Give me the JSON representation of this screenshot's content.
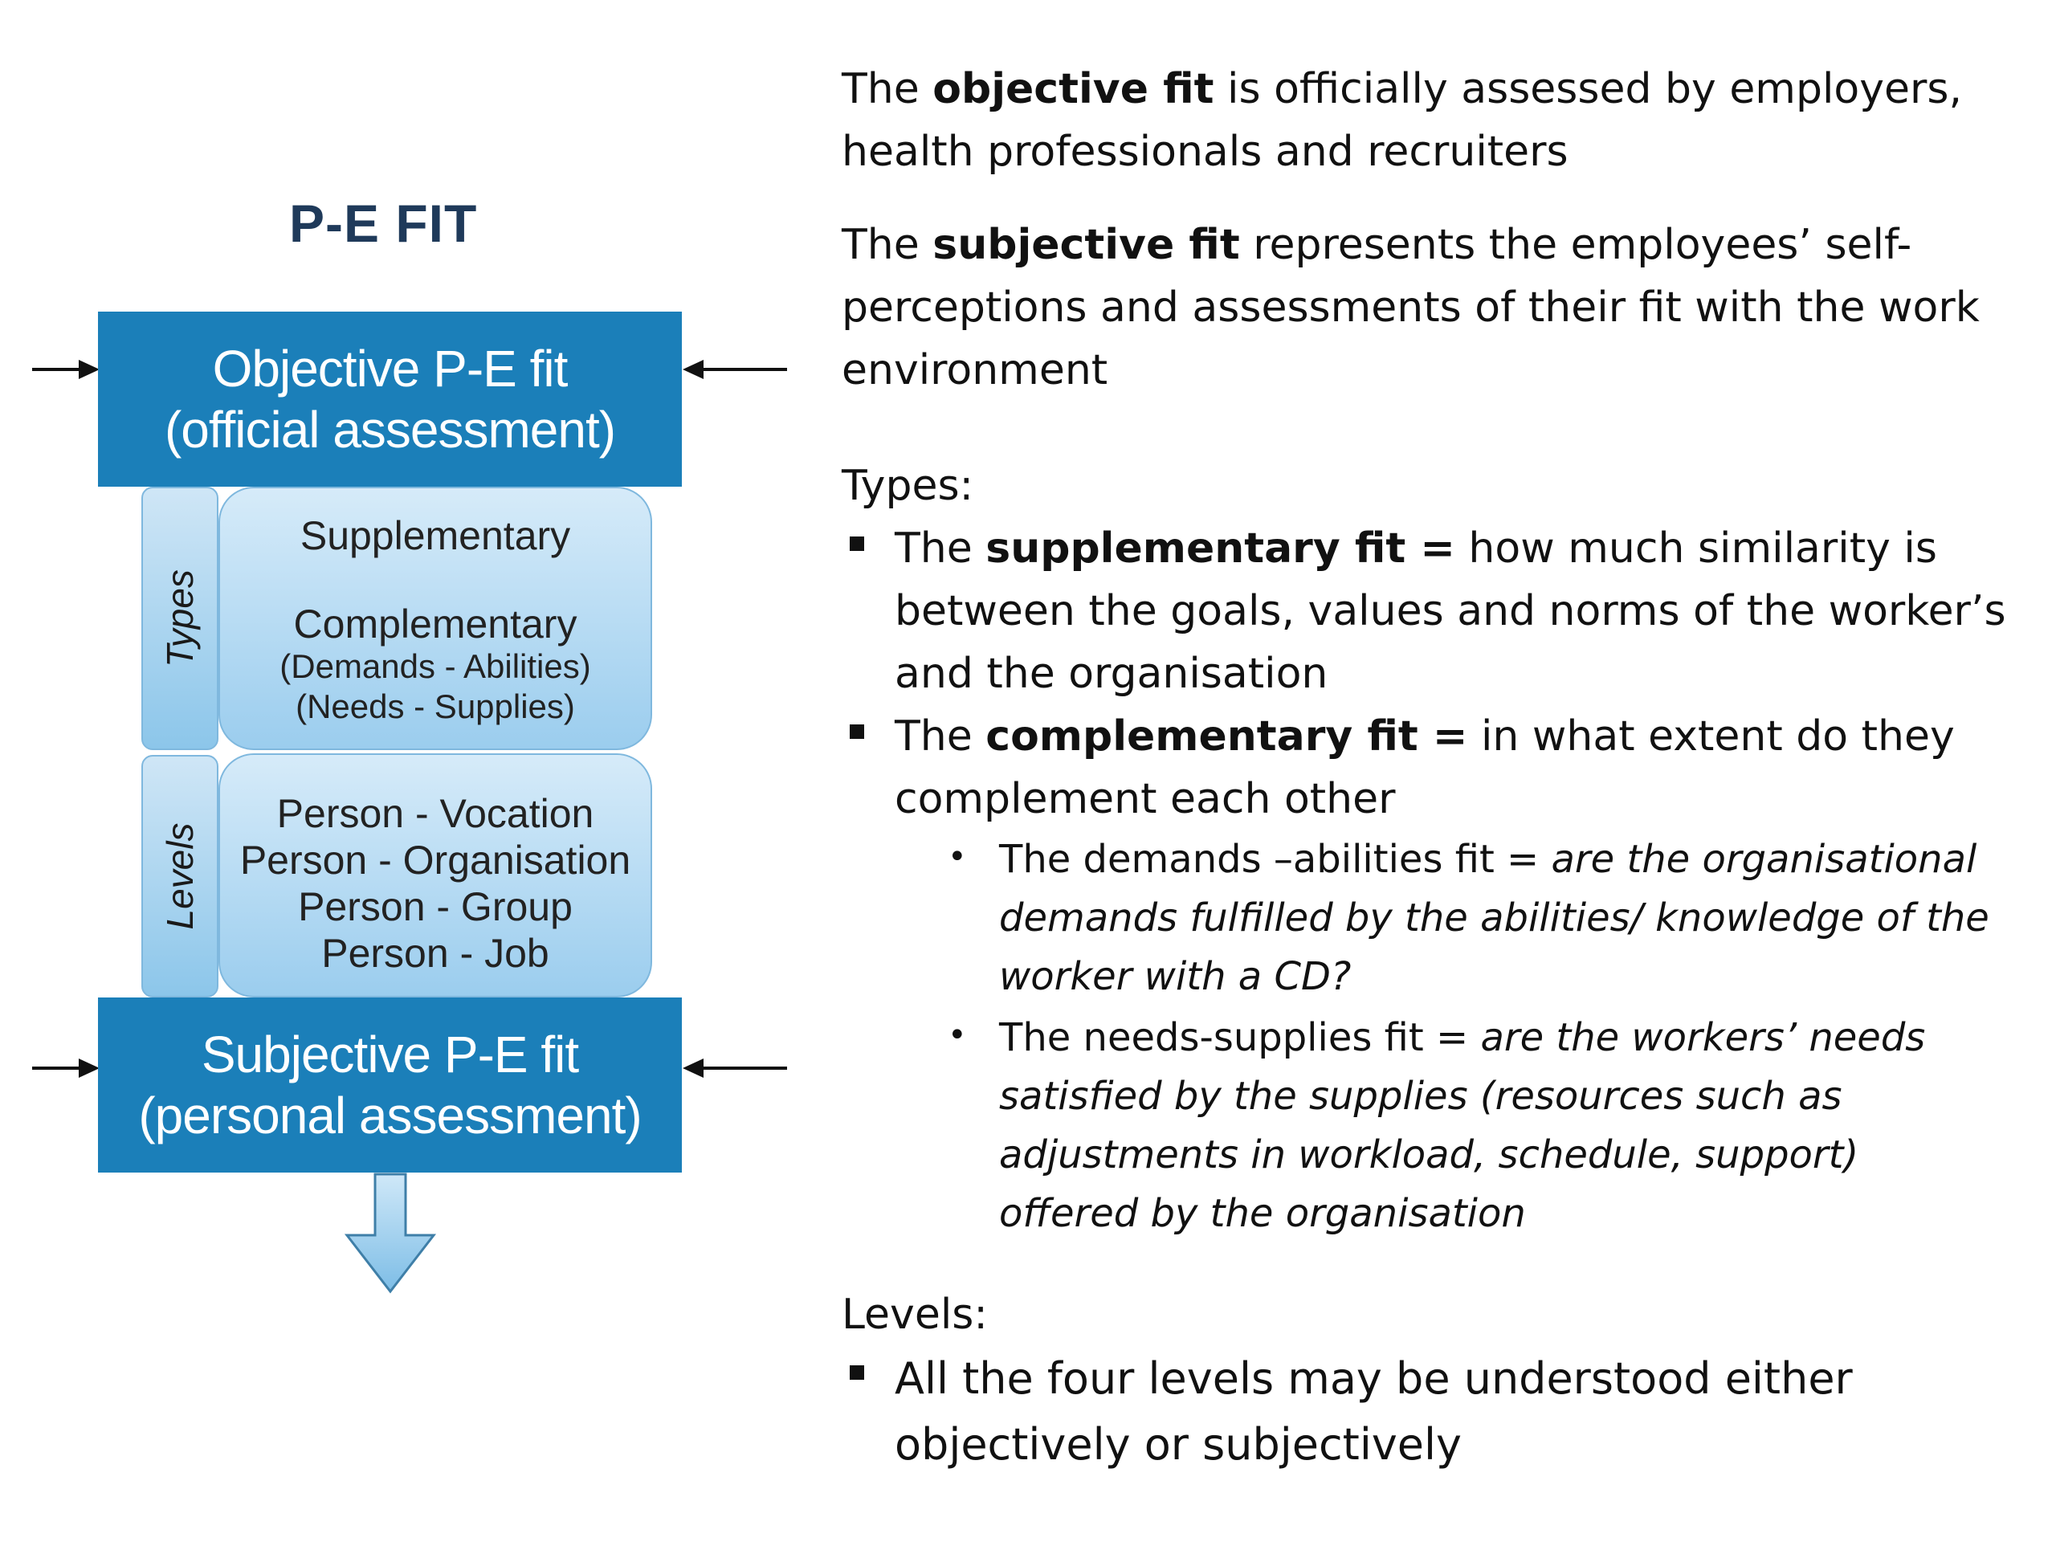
{
  "diagram": {
    "title": "P-E FIT",
    "objective_box": {
      "line1": "Objective P-E fit",
      "line2": "(official assessment)"
    },
    "subjective_box": {
      "line1": "Subjective P-E fit",
      "line2": "(personal assessment)"
    },
    "types_tab": "Types",
    "levels_tab": "Levels",
    "types_panel": {
      "supplementary": "Supplementary",
      "complementary": "Complementary",
      "demands_abilities": "(Demands - Abilities)",
      "needs_supplies": "(Needs - Supplies)"
    },
    "levels_panel": [
      "Person - Vocation",
      "Person - Organisation",
      "Person - Group",
      "Person - Job"
    ],
    "colors": {
      "dark_box": "#1b7fb9",
      "light_panel": "#a8d4f0",
      "title": "#1f3a5a"
    }
  },
  "text": {
    "objective": {
      "pre": "The ",
      "bold": "objective fit",
      "line1_post": " is officially assessed by employers,",
      "line2": "health professionals and recruiters"
    },
    "subjective": {
      "pre": "The ",
      "bold": "subjective fit",
      "line1_post": " represents the employees’ self-",
      "line2": "perceptions and assessments of their fit with the work",
      "line3": "environment"
    },
    "types_heading": "Types:",
    "supplementary": {
      "pre": "The ",
      "bold": "supplementary fit =",
      "line1_post": " how much similarity is",
      "line2": "between the goals, values and norms of the worker’s",
      "line3": "and the organisation"
    },
    "complementary": {
      "pre": "The ",
      "bold": "complementary fit =",
      "line1_post": " in what extent do they",
      "line2": "complement each other"
    },
    "demands_abilities": {
      "pre": "The demands –abilities fit = ",
      "italic1": "are the organisational",
      "line2": "demands fulfilled by the abilities/ knowledge of the",
      "line3": "worker with a CD?"
    },
    "needs_supplies": {
      "pre": "The needs-supplies fit = ",
      "italic1": "are the workers’ needs",
      "line2": "satisfied by the supplies (resources such as",
      "line3": "adjustments in workload, schedule, support)",
      "line4": "offered by the organisation"
    },
    "levels_heading": "Levels:",
    "levels_bullet": {
      "line1": "All the four levels may be understood either",
      "line2": "objectively or subjectively"
    }
  }
}
